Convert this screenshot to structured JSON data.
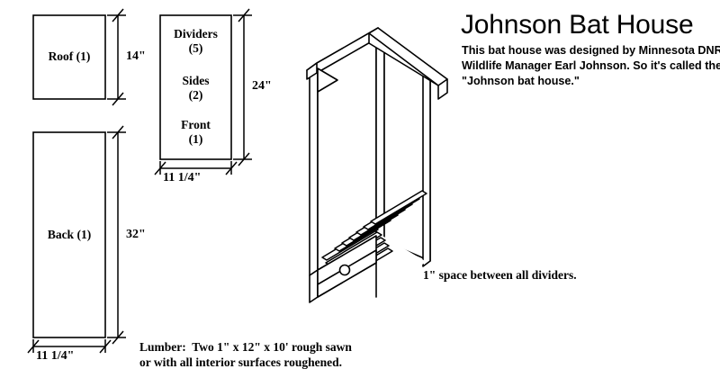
{
  "title_block": {
    "title": "Johnson Bat House",
    "description_lines": [
      "This bat house was designed by Minnesota DNR",
      "Wildlife Manager Earl Johnson. So it's called the",
      "\"Johnson bat house.\""
    ]
  },
  "parts": [
    {
      "id": "roof",
      "labels": [
        "Roof (1)"
      ],
      "height_dim": "14\"",
      "width_dim": ""
    },
    {
      "id": "back",
      "labels": [
        "Back (1)"
      ],
      "height_dim": "32\"",
      "width_dim": "11 1/4\""
    },
    {
      "id": "dividers-sides-front",
      "labels": [
        "Dividers",
        "(5)",
        "Sides",
        "(2)",
        "Front",
        "(1)"
      ],
      "height_dim": "24\"",
      "width_dim": "11 1/4\""
    }
  ],
  "notes": {
    "divider_spacing": "1\" space between all dividers.",
    "lumber_lines": [
      "Lumber:  Two 1\" x 12\" x 10' rough sawn",
      "or with all interior surfaces roughened."
    ]
  },
  "isometric": {
    "name": "bat-house-isometric-cutaway",
    "divider_slat_count": 11
  },
  "colors": {
    "ink": "#000000",
    "paper": "#ffffff"
  }
}
